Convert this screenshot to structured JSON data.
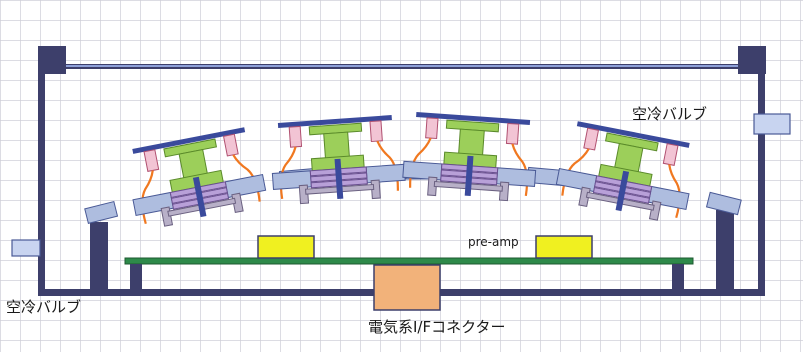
{
  "labels": {
    "valve_right": "空冷バルブ",
    "valve_left": "空冷バルブ",
    "preamp": "pre-amp",
    "connector": "電気系I/Fコネクター"
  },
  "colors": {
    "frame": "#3d3f6b",
    "plate": "#aebddf",
    "plate_stroke": "#4a5a96",
    "blue_bar": "#3a4a9c",
    "green": "#9ccf5a",
    "green_stroke": "#5a8a2a",
    "pink": "#f2c4d4",
    "pink_stroke": "#b05070",
    "orange": "#f07820",
    "purple": "#b8a0d8",
    "board": "#2e8a4a",
    "preamp": "#f0f020",
    "connector": "#f2b27a",
    "valve": "#c8d4f0"
  }
}
